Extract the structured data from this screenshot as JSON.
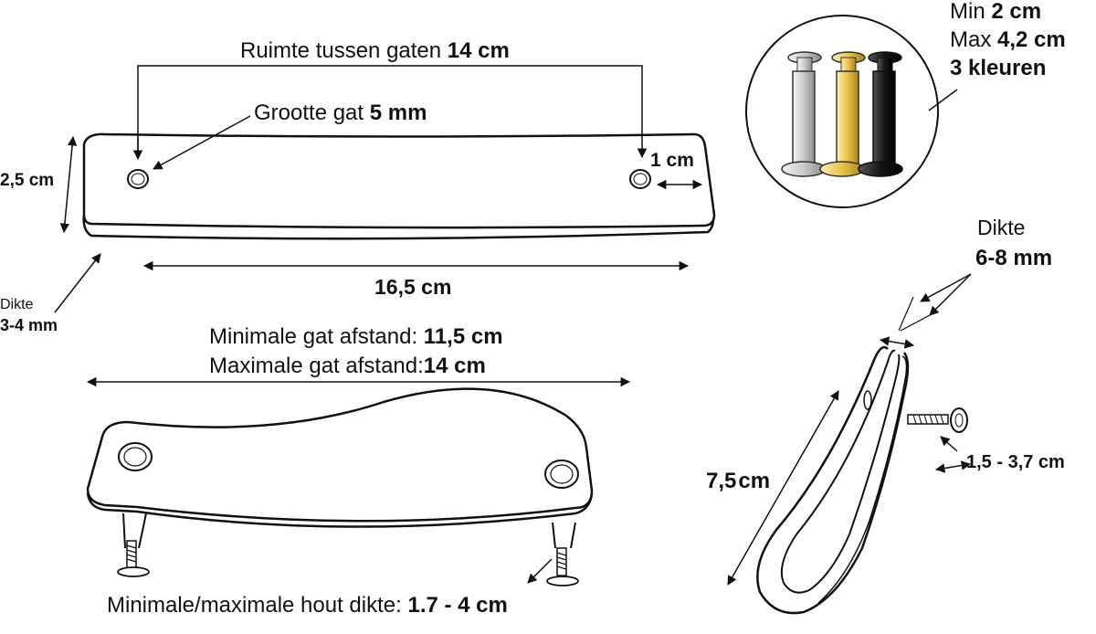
{
  "top_strap": {
    "spacing_label": "Ruimte tussen gaten",
    "spacing_value": "14 cm",
    "hole_label": "Grootte gat",
    "hole_value": "5 mm",
    "height_value": "2,5 cm",
    "edge_value": "1 cm",
    "length_value": "16,5 cm",
    "thickness_label": "Dikte",
    "thickness_value": "3-4 mm"
  },
  "screws": {
    "min_label": "Min",
    "min_value": "2 cm",
    "max_label": "Max",
    "max_value": "4,2 cm",
    "colors_value": "3 kleuren",
    "colors": [
      "#c9c9c9",
      "#e8c24a",
      "#151515"
    ]
  },
  "bottom_handle": {
    "min_label": "Minimale gat afstand:",
    "min_value": "11,5 cm",
    "max_label": "Maximale gat afstand:",
    "max_value": "14 cm",
    "wood_label": "Minimale/maximale hout dikte:",
    "wood_value": "1.7 - 4 cm"
  },
  "loop": {
    "thickness_label": "Dikte",
    "thickness_value": "6-8 mm",
    "length_value": "7,5",
    "length_unit": "cm",
    "screw_range": "1,5 - 3,7 cm"
  }
}
